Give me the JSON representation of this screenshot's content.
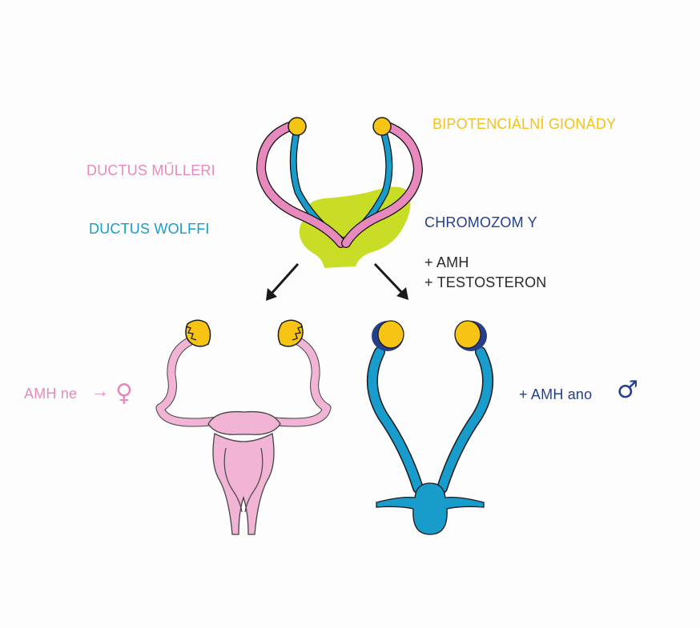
{
  "colors": {
    "muller": "#e889bd",
    "wolff": "#179ccc",
    "gonad": "#f7c413",
    "sinus": "#c9dd26",
    "chromY": "#263f8c",
    "text_dark": "#2a2a2a",
    "arrow": "#1a1a1a",
    "bipot": "#f2c21b"
  },
  "labels": {
    "bipotential_gonads": "BIPOTENCIÁLNÍ GIONÁDY",
    "ductus_mulleri": "DUCTUS MŰLLERI",
    "ductus_wolffi": "DUCTUS WOLFFI",
    "chromosome_y": "CHROMOZOM Y",
    "plus_amh": "+ AMH",
    "plus_testosterone": "+ TESTOSTERON",
    "amh_no": "AMH ne",
    "amh_yes": "+ AMH ano",
    "arrow_glyph": "→",
    "female_symbol": "♀",
    "male_symbol": "♂"
  },
  "icons": {
    "female": "female-symbol-icon",
    "male": "male-symbol-icon",
    "arrow_left": "arrow-down-left-icon",
    "arrow_right": "arrow-down-right-icon"
  }
}
